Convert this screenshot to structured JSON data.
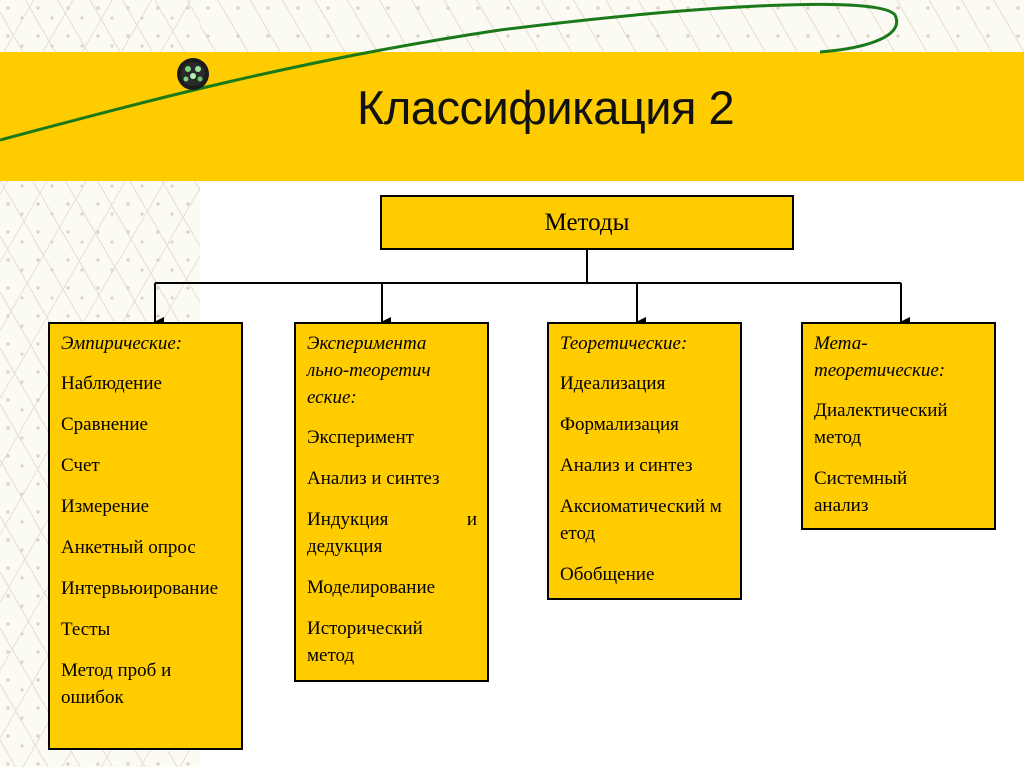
{
  "title": "Классификация 2",
  "root": {
    "label": "Методы"
  },
  "categories": [
    {
      "heading": "Эмпирические:",
      "items": [
        "Наблюдение",
        "Сравнение",
        "Счет",
        "Измерение",
        "Анкетный опрос",
        "Интервьюирование",
        "Тесты",
        "Метод проб и ошибок"
      ]
    },
    {
      "heading": "Экспериментально-теоретические:",
      "items": [
        "Эксперимент",
        "Анализ и синтез",
        "Индукция и дедукция",
        "Моделирование",
        "Исторический метод"
      ]
    },
    {
      "heading": "Теоретические:",
      "items": [
        "Идеализация",
        "Формализация",
        "Анализ и синтез",
        "Аксиоматический метод",
        "Обобщение"
      ]
    },
    {
      "heading": "Мета-теоретические:",
      "items": [
        "Диалектический метод",
        "Системный анализ"
      ]
    }
  ],
  "colors": {
    "band": "#ffcc00",
    "box_fill": "#ffcc00",
    "line": "#000000",
    "accent_curve": "#1a7a1a"
  }
}
